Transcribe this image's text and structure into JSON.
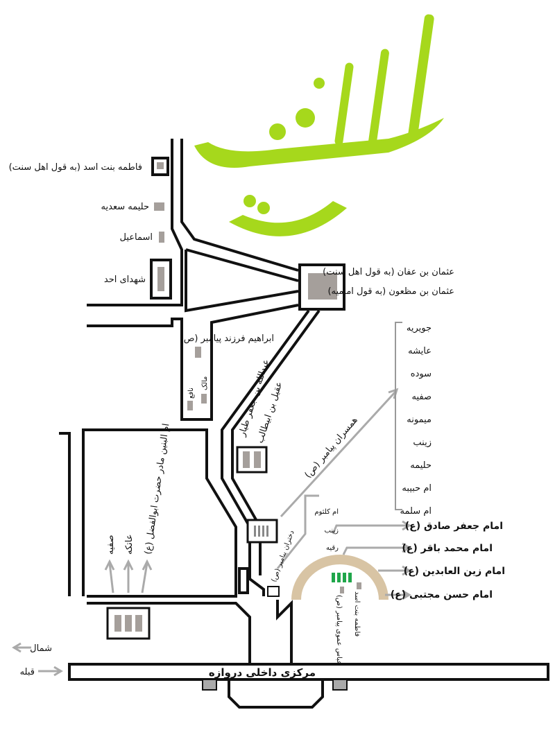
{
  "logo": {
    "text": "جنة البقیع",
    "color": "#a6d81c"
  },
  "labels": {
    "fatemeh_asad_sunni": "فاطمه بنت اسد (به قول اهل سنت)",
    "halimeh_sadieh": "حلیمه سعدیه",
    "esmail": "اسماعیل",
    "shohada_ohod": "شهدای احد",
    "osman_affan": "عثمان بن عفان (به قول اهل سنت)",
    "osman_mazoun": "عثمان بن مظعون (به قول امامیه)",
    "ebrahim": "ابراهیم فرزند پیامبر (ص)",
    "nafe": "نافع",
    "malek": "مالک",
    "abdollah_jafar": "عبدالله بن جعفر طیار",
    "aghil": "عقیل بن ابیطالب",
    "wives": "همسران پیامبر (ص)",
    "daughters": "دختران پیامبر (ص)",
    "ommolbanin": "ام البنین مادر حضرت ابوالفضل (ع)",
    "atekeh": "عاتکه",
    "safieh": "صفیه",
    "abbas": "عباس عموی پیامبر (ص)",
    "fatemeh_asad": "فاطمه بنت اسد",
    "north": "شمال",
    "qibla": "قبله",
    "gate": "مرکزی داخلی دروازه"
  },
  "wives_list": [
    "جویریه",
    "عایشه",
    "سوده",
    "صفیه",
    "میمونه",
    "زینب",
    "حلیمه",
    "ام حبیبه",
    "ام سلمه"
  ],
  "daughters_list": [
    "ام کلثوم",
    "زینب",
    "رقیه"
  ],
  "imams": [
    "امام جعفر صادق (ع)",
    "امام محمد باقر (ع)",
    "امام زین العابدین (ع)",
    "امام حسن مجتبی (ع)"
  ],
  "colors": {
    "imams_graves": "#1fa64a",
    "arc": "#d8c4a4",
    "arrows": "#aaaaaa",
    "graves": "#a59f9b"
  }
}
